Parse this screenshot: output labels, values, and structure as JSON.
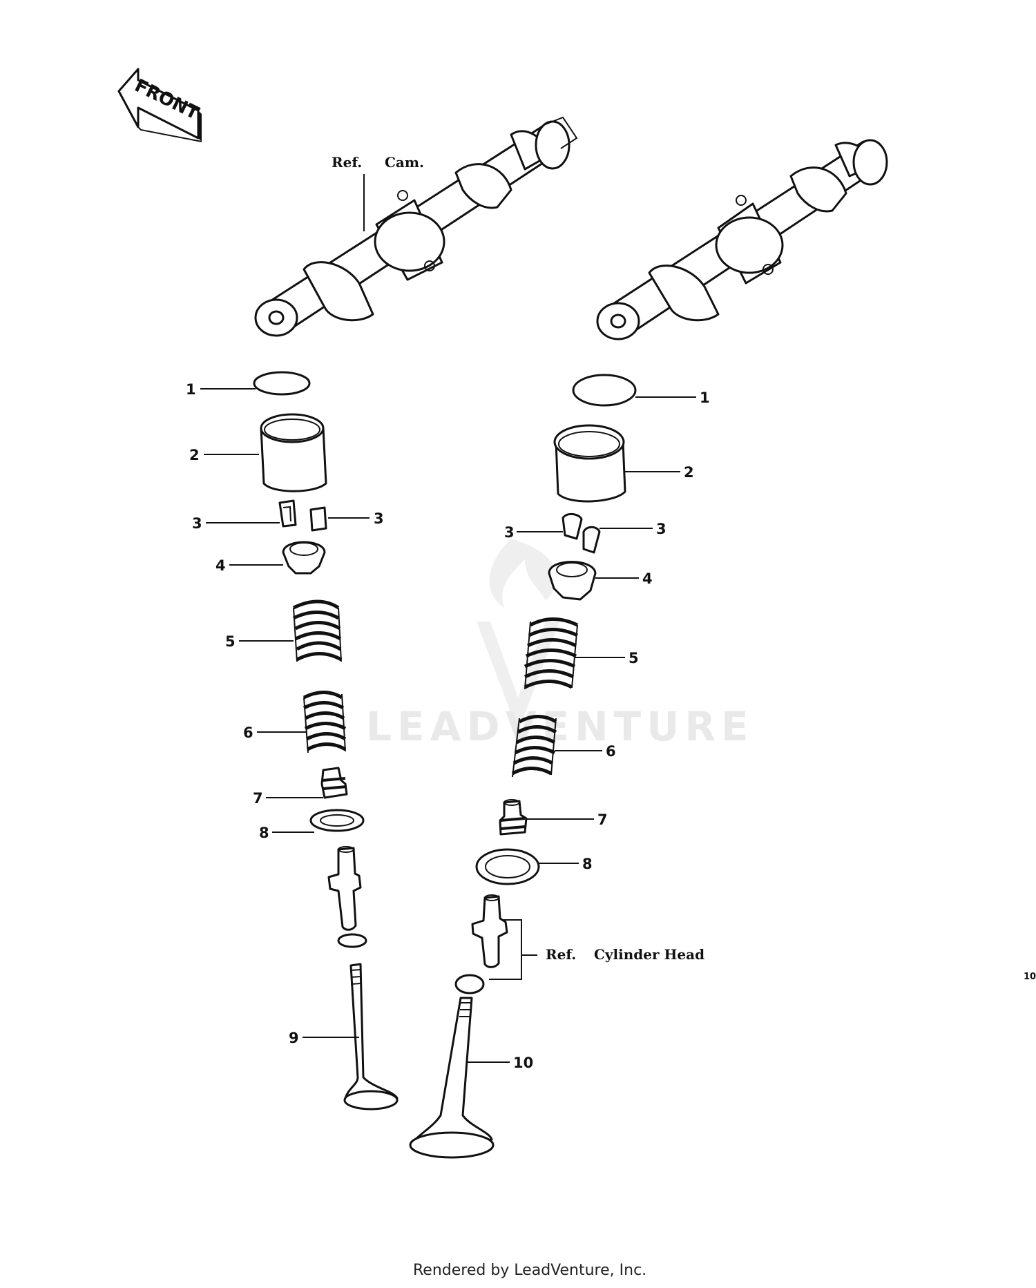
{
  "front_label": "FRONT",
  "ref_cam": {
    "ref": "Ref.",
    "name": "Cam."
  },
  "ref_cylinder_head": {
    "ref": "Ref.",
    "name": "Cylinder Head"
  },
  "callouts_left": [
    "1",
    "2",
    "3",
    "3",
    "4",
    "5",
    "6",
    "7",
    "8",
    "9"
  ],
  "callouts_right": [
    "1",
    "2",
    "3",
    "3",
    "4",
    "5",
    "6",
    "7",
    "8",
    "10"
  ],
  "watermark": "LEADVENTURE",
  "page_number": "10",
  "footer": "Rendered by LeadVenture, Inc."
}
